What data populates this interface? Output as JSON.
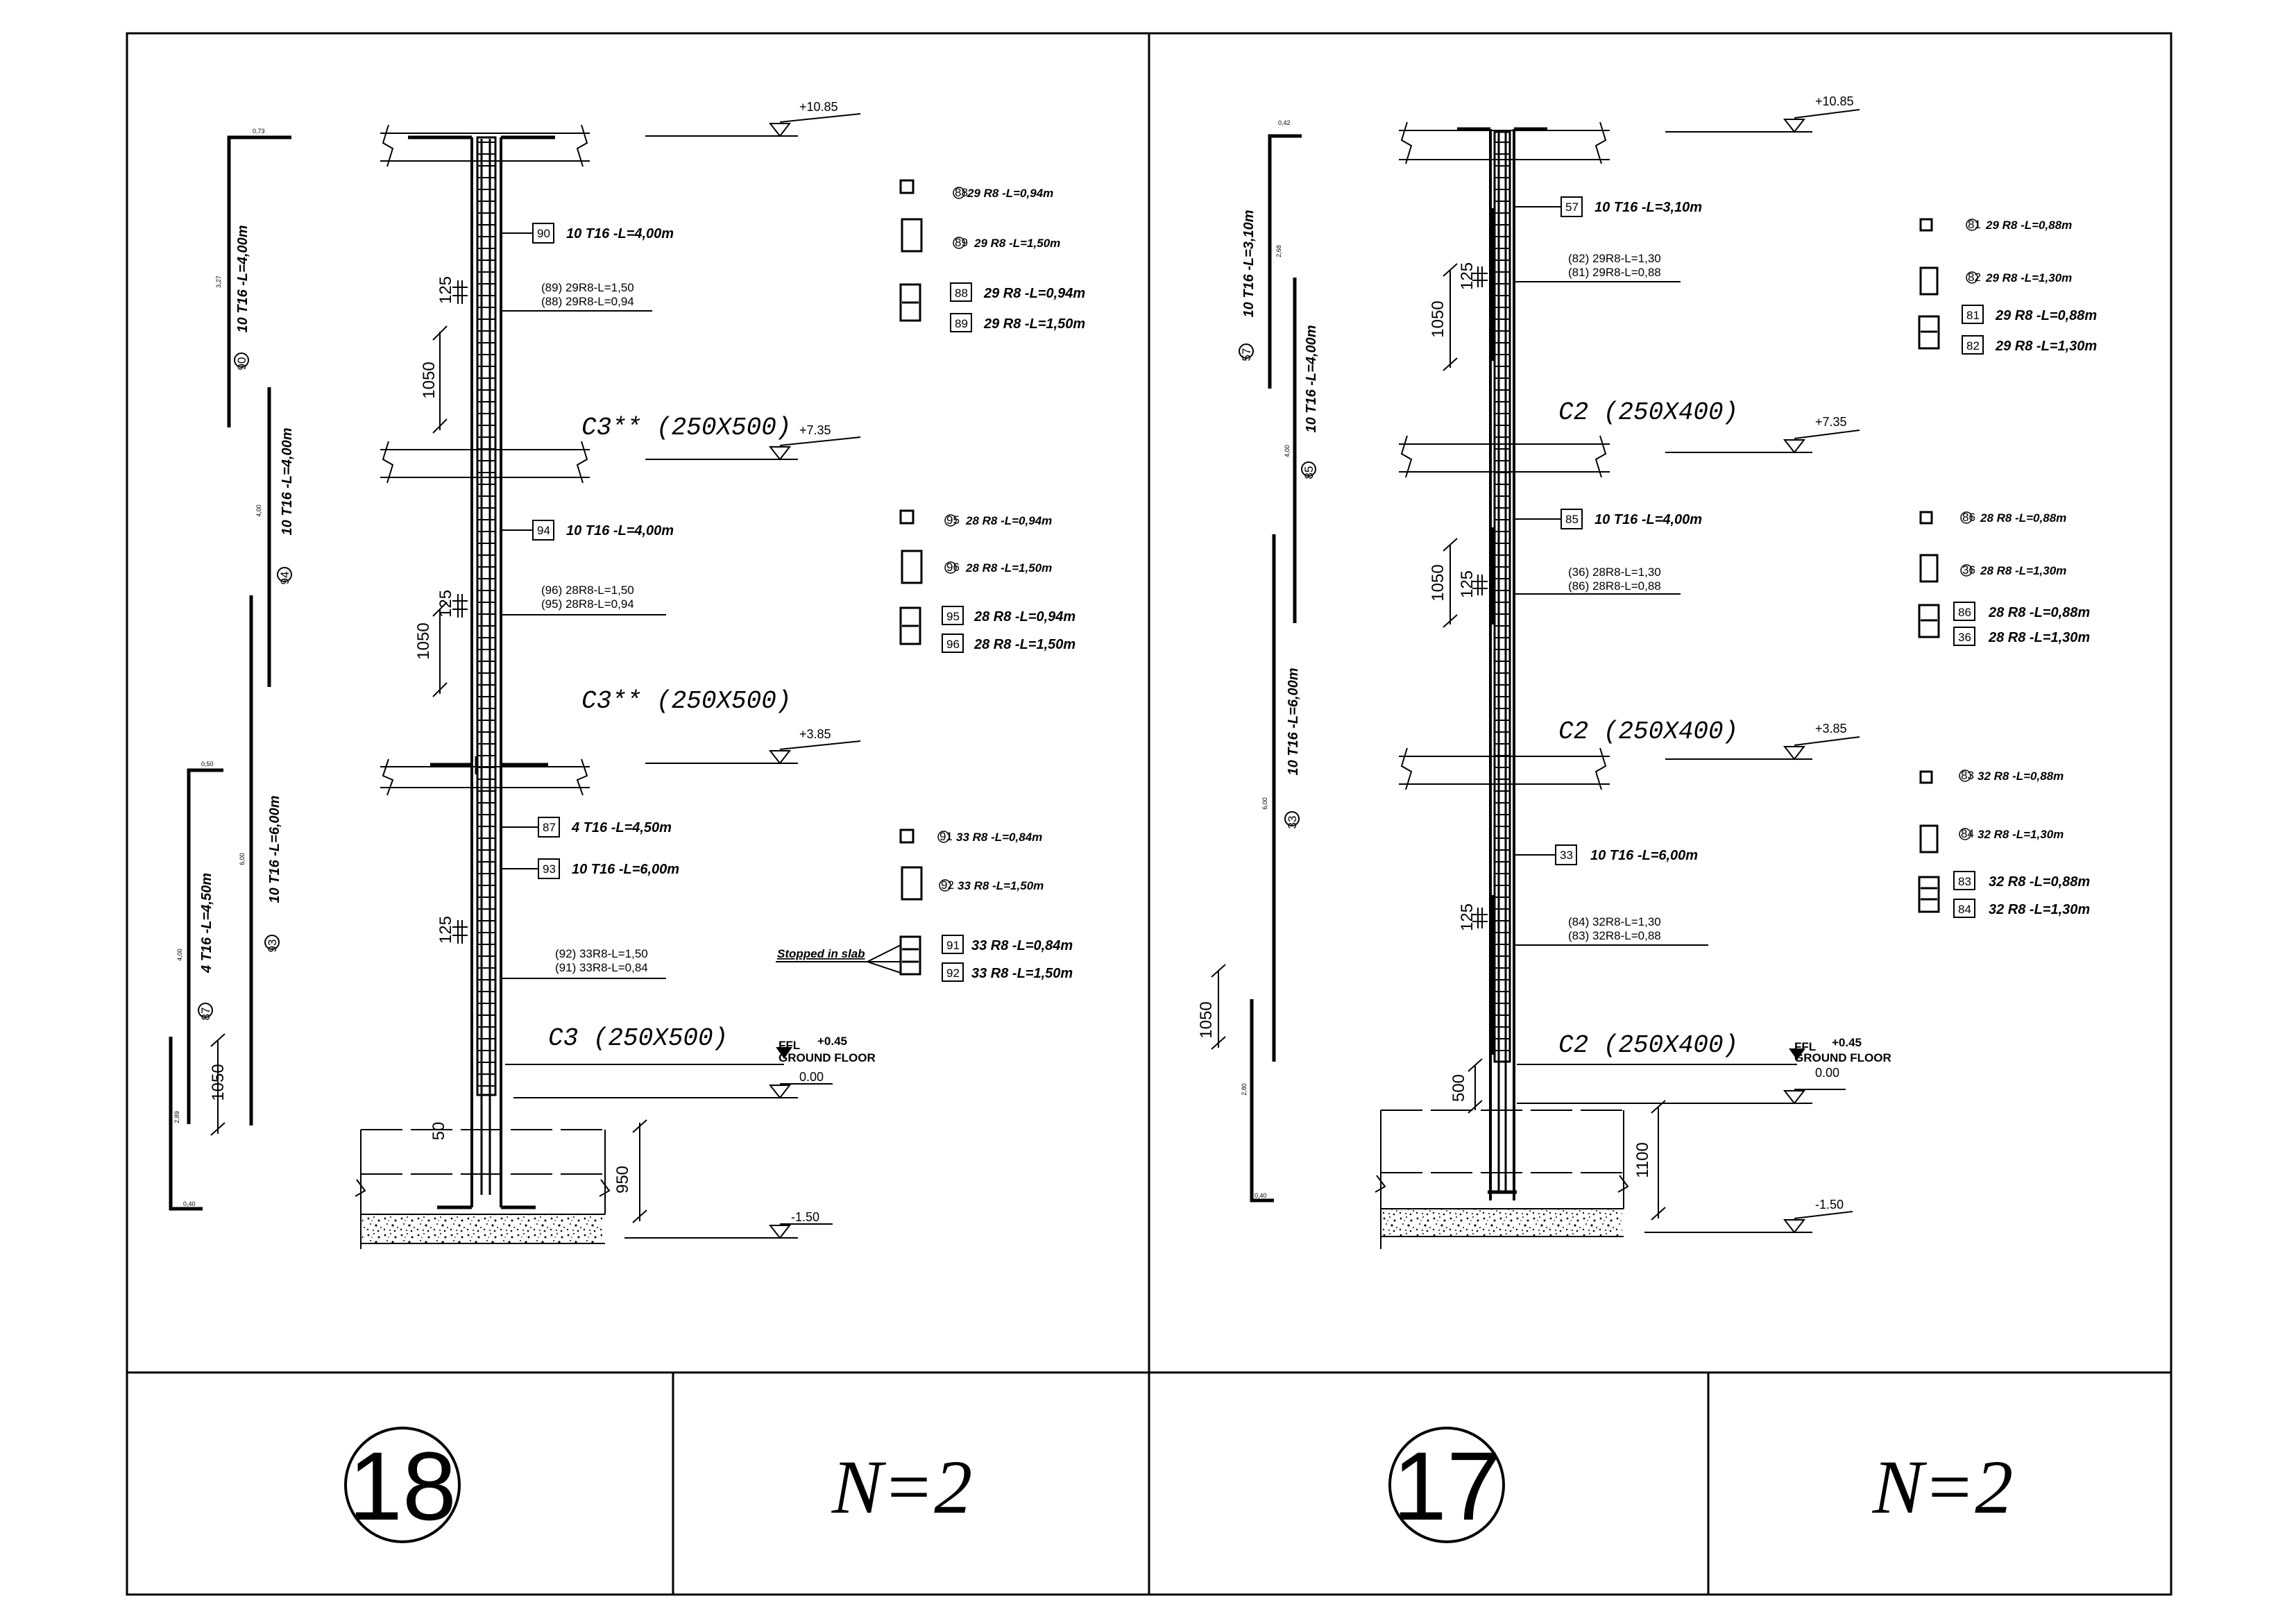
{
  "panels": [
    {
      "number": "18",
      "quantity": "N=2",
      "levels": [
        "+10.85",
        "+7.35",
        "+3.85",
        "0.00",
        "-1.50"
      ],
      "ffl": {
        "label": "FFL",
        "value": "+0.45",
        "floor": "GROUND FLOOR"
      },
      "sections": [
        "C3** (250X500)",
        "C3** (250X500)",
        "C3 (250X500)"
      ],
      "col_labels": [
        {
          "num": "90",
          "text": "10 T16 -L=4,00m"
        },
        {
          "num": "94",
          "text": "10 T16 -L=4,00m"
        },
        {
          "num": "87",
          "text": "4 T16 -L=4,50m"
        },
        {
          "num": "93",
          "text": "10 T16 -L=6,00m"
        }
      ],
      "stirrup_pairs": [
        [
          "(89) 29R8-L=1,50",
          "(88) 29R8-L=0,94"
        ],
        [
          "(96) 28R8-L=1,50",
          "(95) 28R8-L=0,94"
        ],
        [
          "(92) 33R8-L=1,50",
          "(91) 33R8-L=0,84"
        ]
      ],
      "details": [
        {
          "small": [
            {
              "num": "88",
              "text": "29 R8 -L=0,94m"
            },
            {
              "num": "89",
              "text": "29 R8 -L=1,50m"
            }
          ],
          "box": [
            {
              "num": "88",
              "text": "29 R8 -L=0,94m"
            },
            {
              "num": "89",
              "text": "29 R8 -L=1,50m"
            }
          ]
        },
        {
          "small": [
            {
              "num": "95",
              "text": "28 R8 -L=0,94m"
            },
            {
              "num": "96",
              "text": "28 R8 -L=1,50m"
            }
          ],
          "box": [
            {
              "num": "95",
              "text": "28 R8 -L=0,94m"
            },
            {
              "num": "96",
              "text": "28 R8 -L=1,50m"
            }
          ]
        },
        {
          "small": [
            {
              "num": "91",
              "text": "33 R8 -L=0,84m"
            },
            {
              "num": "92",
              "text": "33 R8 -L=1,50m"
            }
          ],
          "box": [
            {
              "num": "91",
              "text": "33 R8 -L=0,84m"
            },
            {
              "num": "92",
              "text": "33 R8 -L=1,50m"
            }
          ]
        }
      ],
      "stopped_note": "Stopped in slab",
      "bars": [
        {
          "num": "90",
          "text": "10 T16 -L=4,00m",
          "top": "0,73",
          "side": "3,27"
        },
        {
          "num": "94",
          "text": "10 T16 -L=4,00m",
          "side": "4,00"
        },
        {
          "num": "93",
          "text": "10 T16 -L=6,00m",
          "side": "6,00"
        },
        {
          "num": "87",
          "text": "4 T16 -L=4,50m",
          "top": "0,50",
          "side": "4,00",
          "lap": "1050",
          "foot": "0,40",
          "bot": "2,89"
        }
      ],
      "dims": {
        "spacing": "125",
        "lap": "1050",
        "cover": "50",
        "footing": "950"
      }
    },
    {
      "number": "17",
      "quantity": "N=2",
      "levels": [
        "+10.85",
        "+7.35",
        "+3.85",
        "0.00",
        "-1.50"
      ],
      "ffl": {
        "label": "FFL",
        "value": "+0.45",
        "floor": "GROUND FLOOR"
      },
      "sections": [
        "C2 (250X400)",
        "C2 (250X400)",
        "C2 (250X400)"
      ],
      "col_labels": [
        {
          "num": "57",
          "text": "10 T16 -L=3,10m"
        },
        {
          "num": "85",
          "text": "10 T16 -L=4,00m"
        },
        {
          "num": "33",
          "text": "10 T16 -L=6,00m"
        }
      ],
      "stirrup_pairs": [
        [
          "(82) 29R8-L=1,30",
          "(81) 29R8-L=0,88"
        ],
        [
          "(36) 28R8-L=1,30",
          "(86) 28R8-L=0,88"
        ],
        [
          "(84) 32R8-L=1,30",
          "(83) 32R8-L=0,88"
        ]
      ],
      "details": [
        {
          "small": [
            {
              "num": "81",
              "text": "29 R8 -L=0,88m"
            },
            {
              "num": "82",
              "text": "29 R8 -L=1,30m"
            }
          ],
          "box": [
            {
              "num": "81",
              "text": "29 R8 -L=0,88m"
            },
            {
              "num": "82",
              "text": "29 R8 -L=1,30m"
            }
          ]
        },
        {
          "small": [
            {
              "num": "86",
              "text": "28 R8 -L=0,88m"
            },
            {
              "num": "36",
              "text": "28 R8 -L=1,30m"
            }
          ],
          "box": [
            {
              "num": "86",
              "text": "28 R8 -L=0,88m"
            },
            {
              "num": "36",
              "text": "28 R8 -L=1,30m"
            }
          ]
        },
        {
          "small": [
            {
              "num": "83",
              "text": "32 R8 -L=0,88m"
            },
            {
              "num": "84",
              "text": "32 R8 -L=1,30m"
            }
          ],
          "box": [
            {
              "num": "83",
              "text": "32 R8 -L=0,88m"
            },
            {
              "num": "84",
              "text": "32 R8 -L=1,30m"
            }
          ]
        }
      ],
      "bars": [
        {
          "num": "57",
          "text": "10 T16 -L=3,10m",
          "top": "0,42",
          "side": "2,68"
        },
        {
          "num": "85",
          "text": "10 T16 -L=4,00m",
          "side": "4,00"
        },
        {
          "num": "33",
          "text": "10 T16 -L=6,00m",
          "side": "6,00",
          "lap": "1050",
          "foot": "0,40",
          "bot": "2,80"
        }
      ],
      "dims": {
        "spacing": "125",
        "lap": "1050",
        "splice": "500",
        "footing": "1100"
      }
    }
  ]
}
